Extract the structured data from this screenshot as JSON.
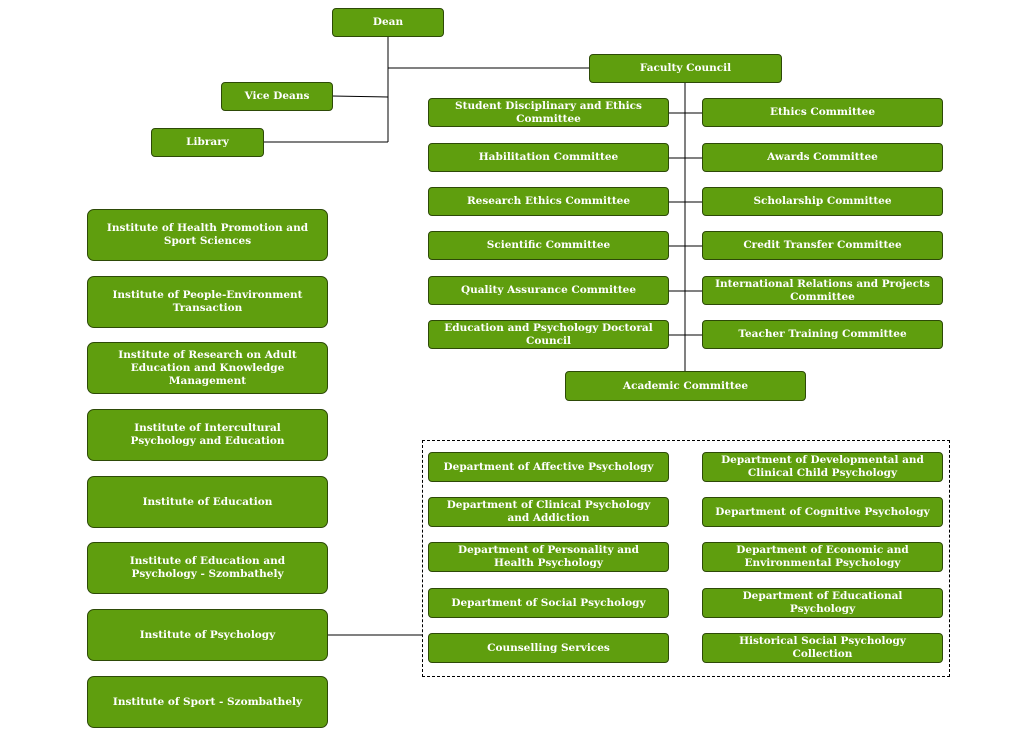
{
  "colors": {
    "box_bg": "#5f9e0e",
    "box_border": "#2d4a07",
    "box_text": "#ffffff",
    "line": "#000000"
  },
  "top": {
    "dean": "Dean",
    "vice_deans": "Vice Deans",
    "library": "Library",
    "faculty_council": "Faculty Council"
  },
  "committees": {
    "left": [
      "Student Disciplinary and Ethics Committee",
      "Habilitation Committee",
      "Research Ethics Committee",
      "Scientific Committee",
      "Quality Assurance Committee",
      "Education and Psychology Doctoral Council"
    ],
    "right": [
      "Ethics Committee",
      "Awards Committee",
      "Scholarship Committee",
      "Credit Transfer Committee",
      "International Relations and Projects Committee",
      "Teacher Training Committee"
    ],
    "academic": "Academic Committee"
  },
  "institutes": [
    "Institute of Health Promotion and Sport Sciences",
    "Institute of People-Environment Transaction",
    "Institute of Research on Adult Education and Knowledge Management",
    "Institute of Intercultural Psychology and Education",
    "Institute of Education",
    "Institute of Education and Psychology - Szombathely",
    "Institute of Psychology",
    "Institute of Sport - Szombathely"
  ],
  "departments": {
    "left": [
      "Department of Affective Psychology",
      "Department of Clinical Psychology and Addiction",
      "Department of Personality and Health Psychology",
      "Department of Social Psychology",
      "Counselling Services"
    ],
    "right": [
      "Department of Developmental and Clinical Child Psychology",
      "Department of Cognitive Psychology",
      "Department of Economic and Environmental Psychology",
      "Department of Educational Psychology",
      "Historical Social Psychology Collection"
    ]
  }
}
